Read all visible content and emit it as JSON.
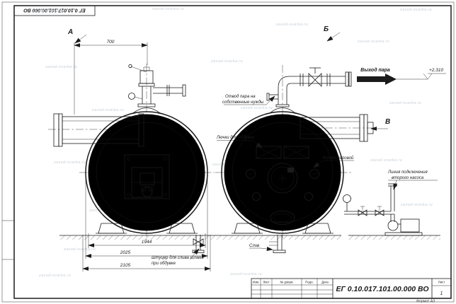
{
  "title_block": {
    "doc_number": "ЕГ 0.10.017.101.00.000  ВО",
    "format_label": "Формат А3",
    "col_izm": "Изм.",
    "col_list": "Лист",
    "col_docnum": "№ докум.",
    "col_podp": "Подп.",
    "col_data": "Дата",
    "sheet_label": "Лист",
    "sheet_value": "1"
  },
  "views": {
    "front_label": "А",
    "back_label": "Б",
    "side_label": "В"
  },
  "dimensions": {
    "top_width": "700",
    "inner_width": "1944",
    "shell_diameter": "2025",
    "base_width": "2105",
    "steam_outlet_elevation": "+2,310"
  },
  "annotations": {
    "steam_outlet": "Выход пара",
    "steam_own_needs_1": "Отвод пара на",
    "steam_own_needs_2": "собственные нужды",
    "blow_hatches": "Лючки для обдувки",
    "boiler_name": "Котёл паровой",
    "second_pump_1": "Линия подключения",
    "second_pump_2": "второго насоса",
    "drain": "Слив",
    "sludge_fitting_1": "Штуцер для слива шлама",
    "sludge_fitting_2": "при обдувке"
  },
  "watermark": "zavod-svarka.ru"
}
